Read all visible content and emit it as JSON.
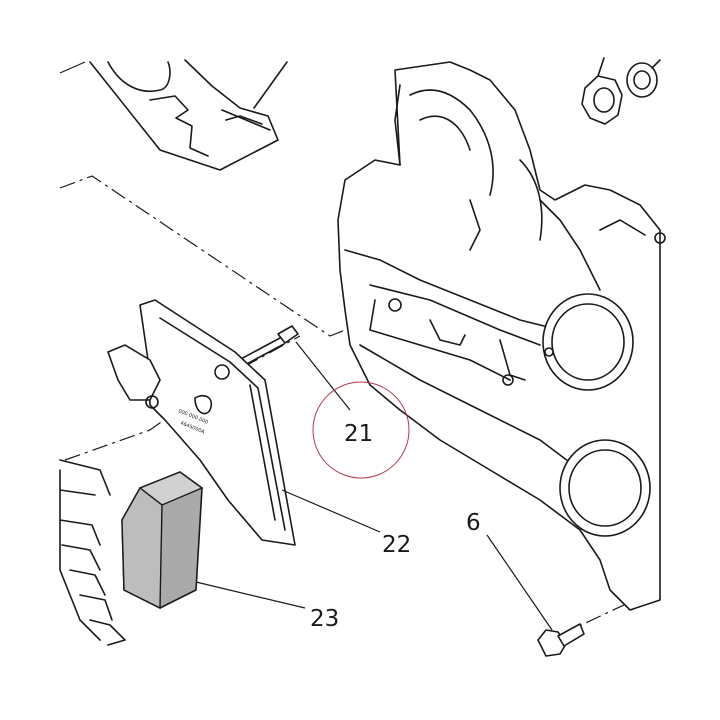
{
  "callouts": {
    "c21": "21",
    "c22": "22",
    "c23": "23",
    "c6": "6"
  },
  "highlight_color": "#b03a4a"
}
